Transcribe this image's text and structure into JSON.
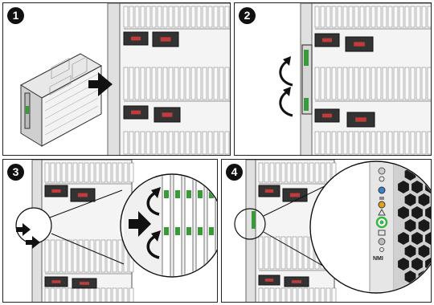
{
  "steps": [
    {
      "number": "1"
    },
    {
      "number": "2"
    },
    {
      "number": "3"
    },
    {
      "number": "4"
    }
  ],
  "detail_labels": {
    "nmi": "NMI"
  },
  "colors": {
    "latch_green": "#3a9a3a",
    "fan_red": "#c23b3b",
    "led_blue": "#3b7fd0",
    "led_amber": "#e0a020",
    "led_green": "#38b548"
  },
  "icons": [
    "arrow-right-icon",
    "rotate-arrow-icon",
    "led-indicator-icon"
  ]
}
